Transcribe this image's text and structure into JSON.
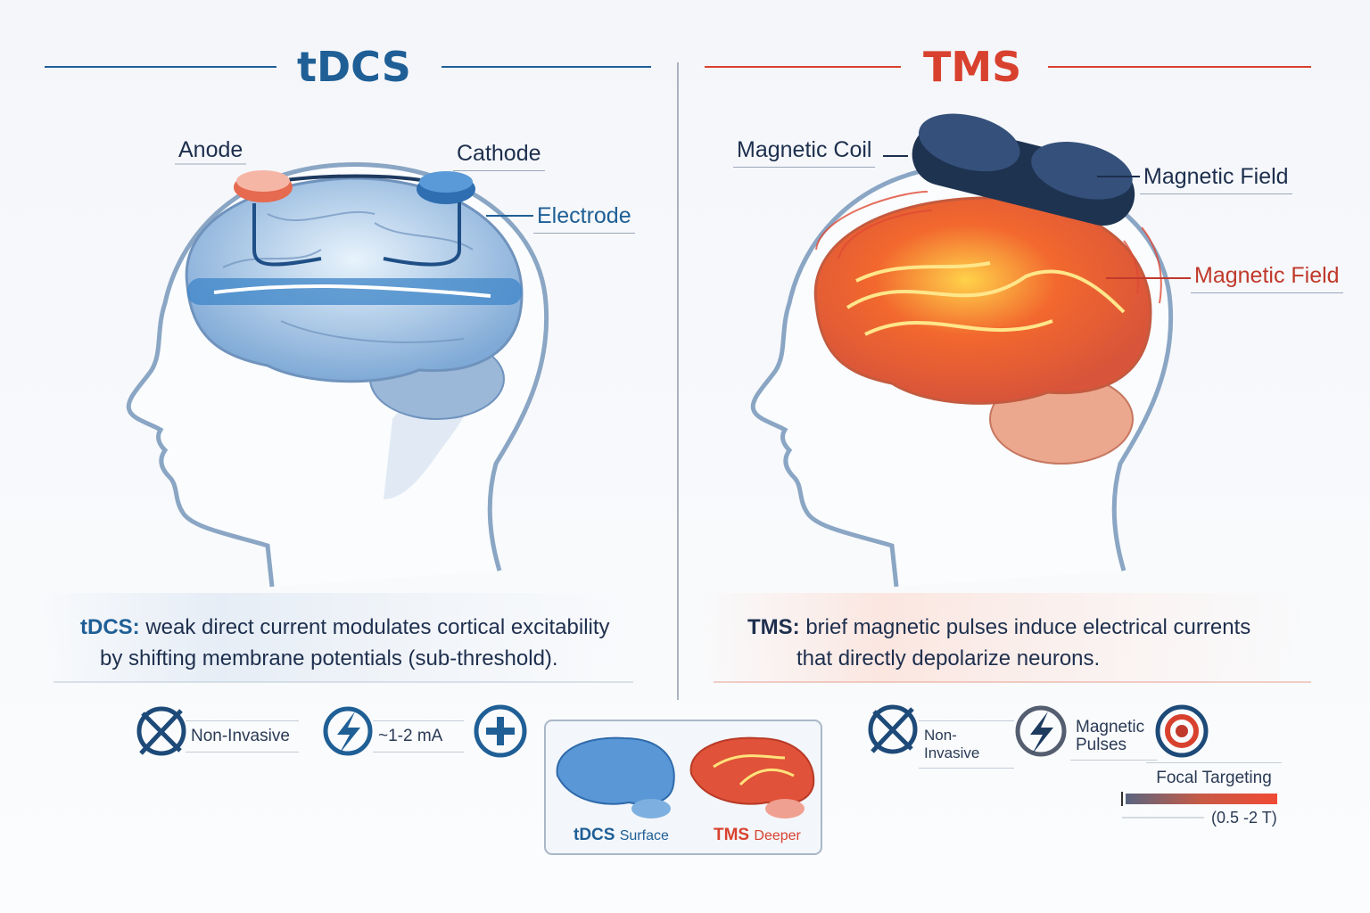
{
  "tdcs": {
    "title": "tDCS",
    "labels": {
      "anode": "Anode",
      "cathode": "Cathode",
      "electrode": "Electrode"
    },
    "caption": {
      "lead": "tDCS:",
      "line1": "weak direct current modulates cortical excitability",
      "line2": "by shifting membrane potentials (sub-threshold)."
    },
    "features": [
      {
        "icon": "non-invasive-icon",
        "label": "Non-Invasive"
      },
      {
        "icon": "lightning-icon",
        "label": "~1-2 mA"
      },
      {
        "icon": "network-icon",
        "label": ""
      }
    ]
  },
  "tms": {
    "title": "TMS",
    "labels": {
      "coil": "Magnetic Coil",
      "field1": "Magnetic Field",
      "field2": "Magnetic Field"
    },
    "caption": {
      "lead": "TMS:",
      "line1": "brief magnetic pulses induce electrical currents",
      "line2": "that directly depolarize neurons."
    },
    "features": [
      {
        "icon": "non-invasive-icon",
        "label": "Non-Invasive"
      },
      {
        "icon": "lightning-icon",
        "label": "Magnetic Pulses"
      },
      {
        "icon": "target-icon",
        "label": "Focal Targeting"
      }
    ],
    "scale": {
      "label": "(0.5 -2 T)"
    }
  },
  "comparison": {
    "tdcs_lead": "tDCS",
    "tdcs_word": "Surface",
    "tms_lead": "TMS",
    "tms_word": "Deeper"
  },
  "colors": {
    "blue": "#1f5f96",
    "red": "#d9412f",
    "navy": "#1d3a5f"
  }
}
